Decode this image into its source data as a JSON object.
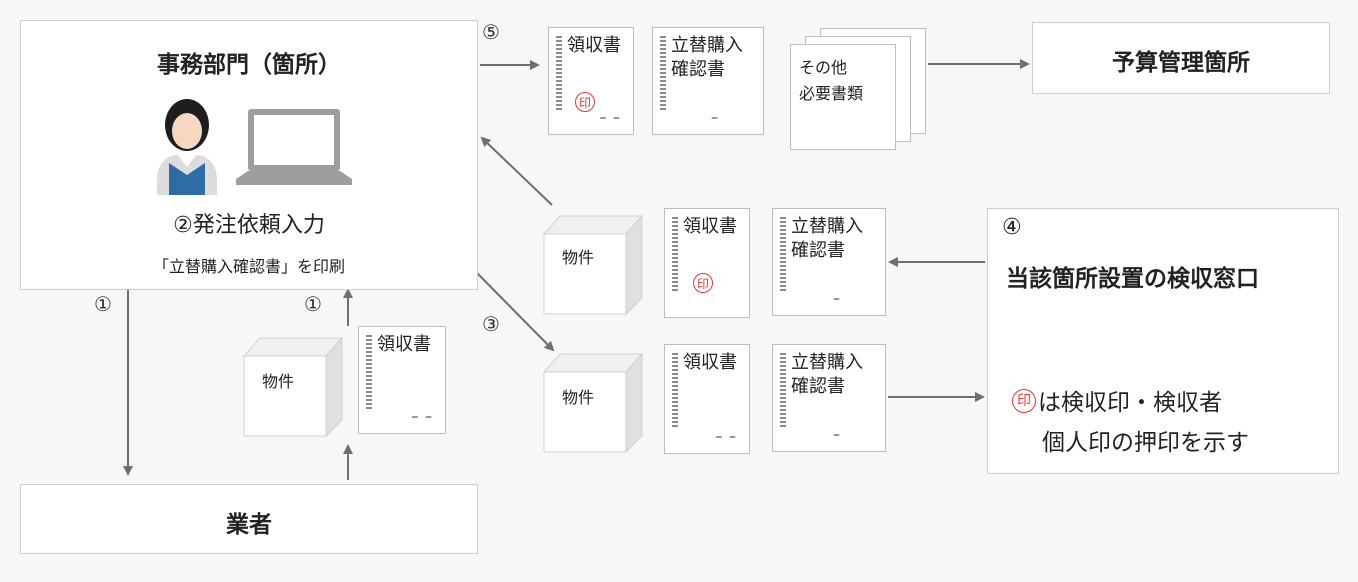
{
  "office": {
    "title": "事務部門（箇所）",
    "step": "②発注依頼入力",
    "print_note": "「立替購入確認書」を印刷"
  },
  "vendor": {
    "label": "業者"
  },
  "budget": {
    "label": "予算管理箇所"
  },
  "inspection": {
    "number": "④",
    "title": "当該箇所設置の検収窓口",
    "legend_seal": "印",
    "legend_line1": "は検収印・検収者",
    "legend_line2": "個人印の押印を示す"
  },
  "steps": {
    "s1a": "①",
    "s1b": "①",
    "s3": "③",
    "s5": "⑤"
  },
  "docs": {
    "receipt": "領収書",
    "confirm": "立替購入\n確認書",
    "other": "その他\n必要書類",
    "goods": "物件",
    "seal": "印",
    "dash2": "– –",
    "dash1": "–"
  }
}
